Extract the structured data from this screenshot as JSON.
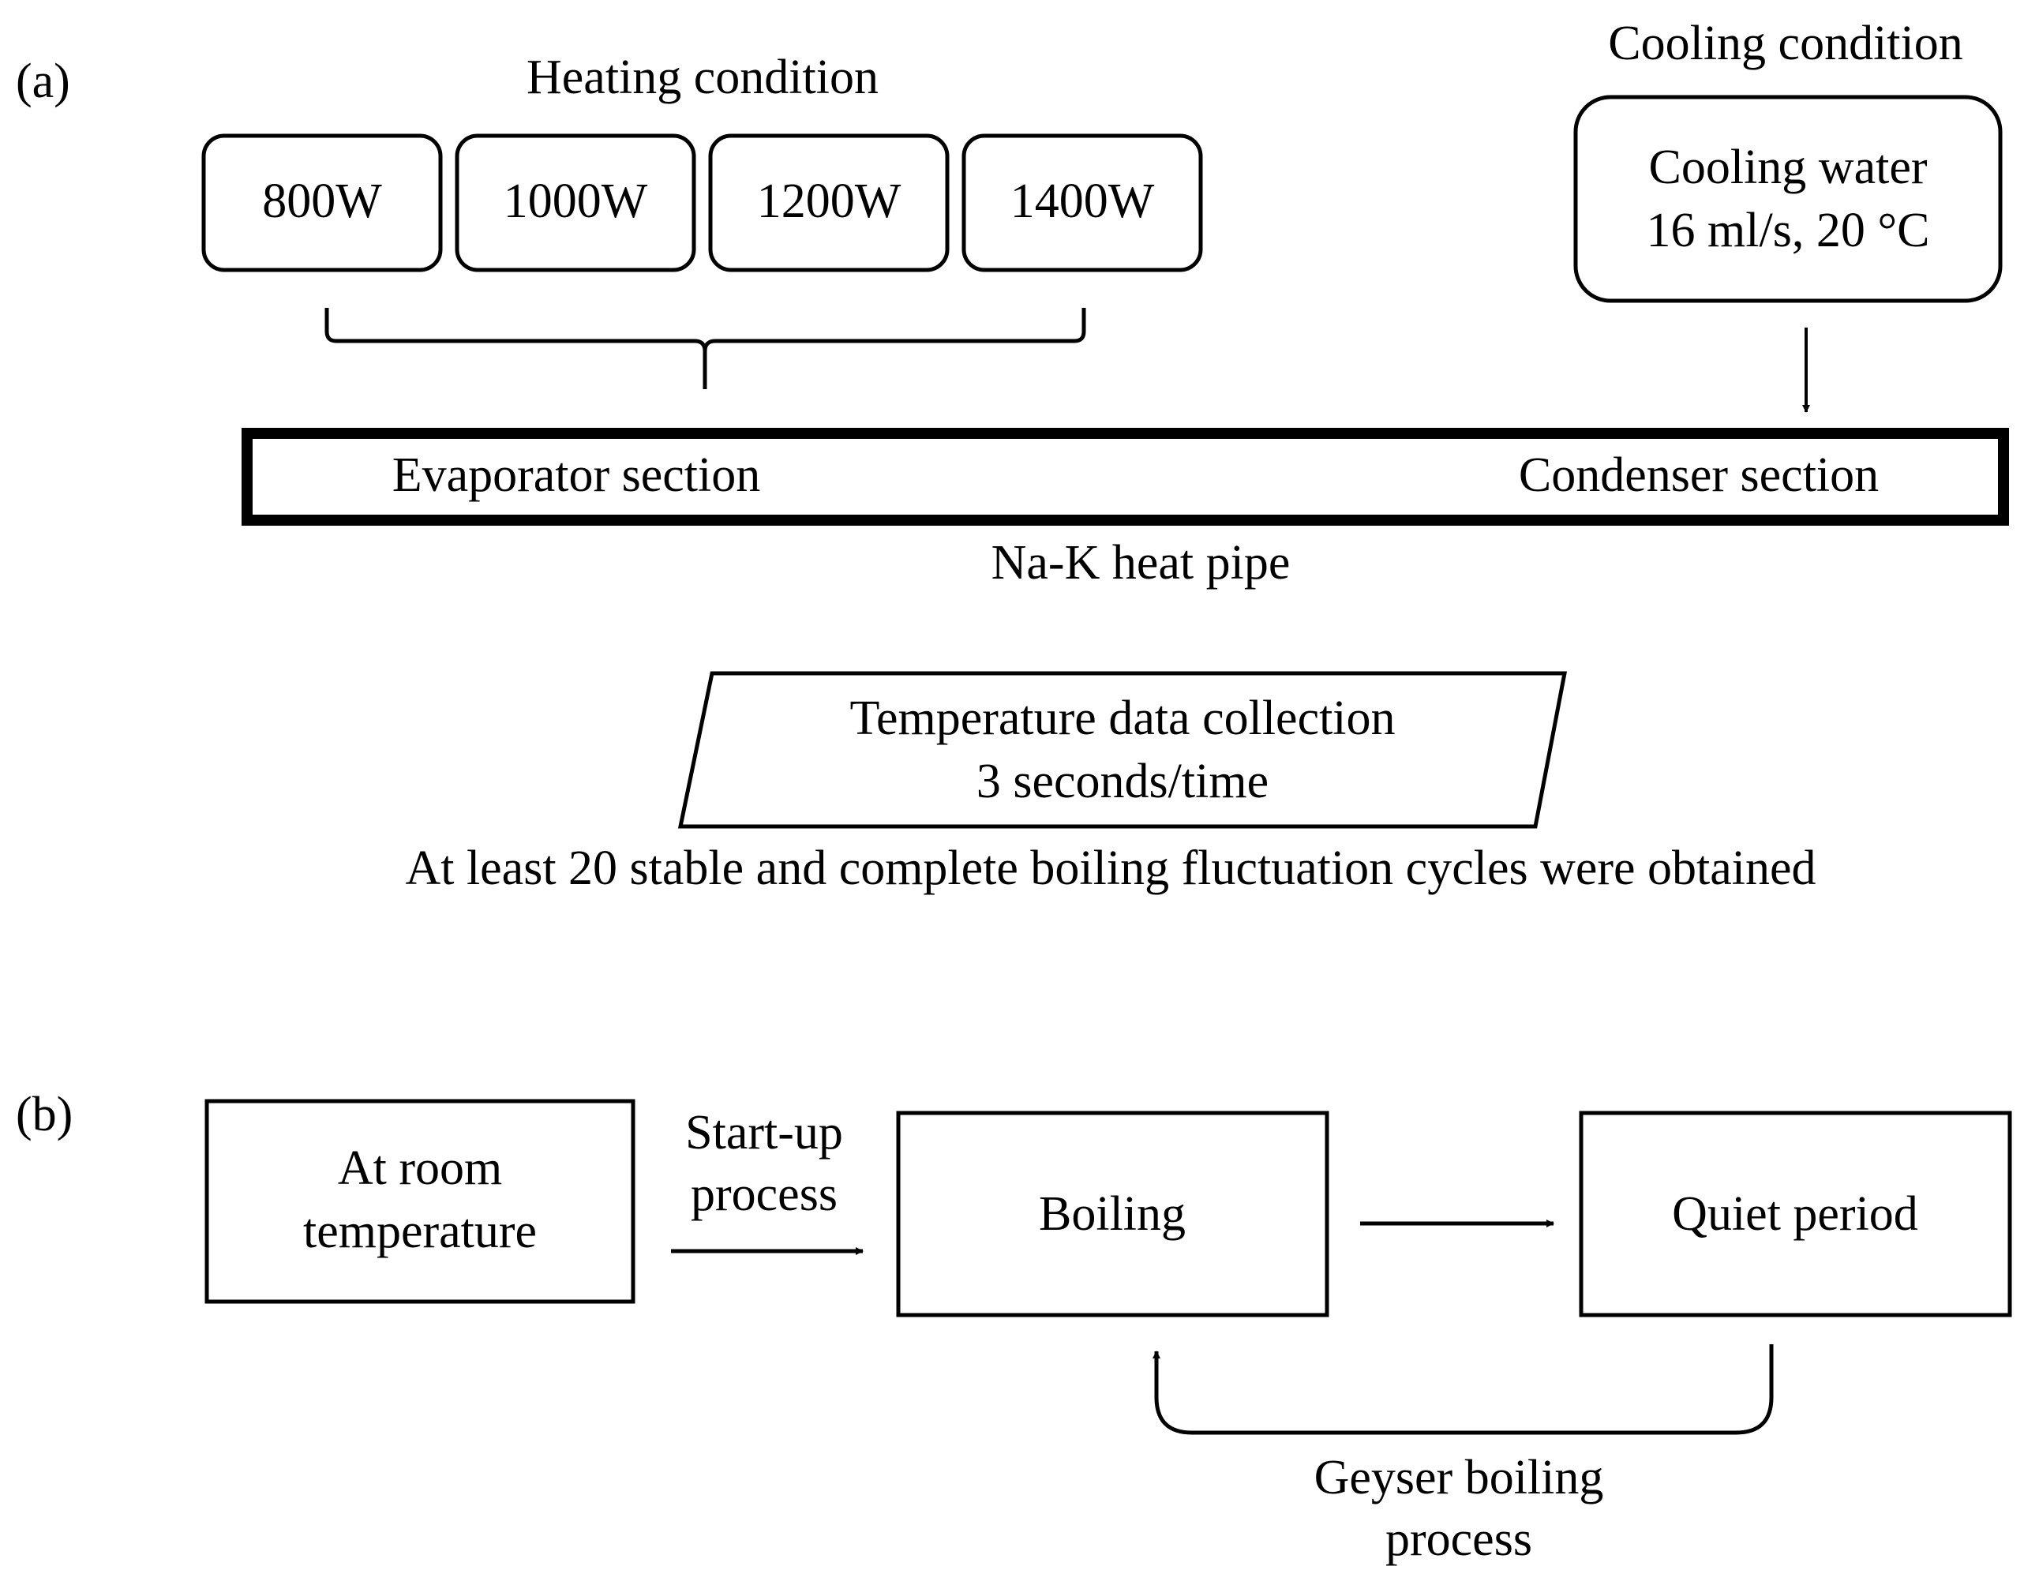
{
  "panel_a": {
    "label": "(a)",
    "heating": {
      "title": "Heating condition",
      "powers": [
        "800W",
        "1000W",
        "1200W",
        "1400W"
      ]
    },
    "cooling": {
      "title": "Cooling condition",
      "line1": "Cooling water",
      "line2": "16 ml/s, 20 °C"
    },
    "pipe": {
      "evaporator": "Evaporator section",
      "condenser": "Condenser section",
      "caption": "Na-K heat pipe"
    },
    "collection": {
      "line1": "Temperature data collection",
      "line2": "3 seconds/time"
    },
    "note": "At least 20 stable and complete boiling fluctuation cycles were obtained"
  },
  "panel_b": {
    "label": "(b)",
    "room": {
      "line1": "At room",
      "line2": "temperature"
    },
    "startup": {
      "line1": "Start-up",
      "line2": "process"
    },
    "boiling": "Boiling",
    "quiet": "Quiet period",
    "geyser": {
      "line1": "Geyser boiling",
      "line2": "process"
    }
  }
}
